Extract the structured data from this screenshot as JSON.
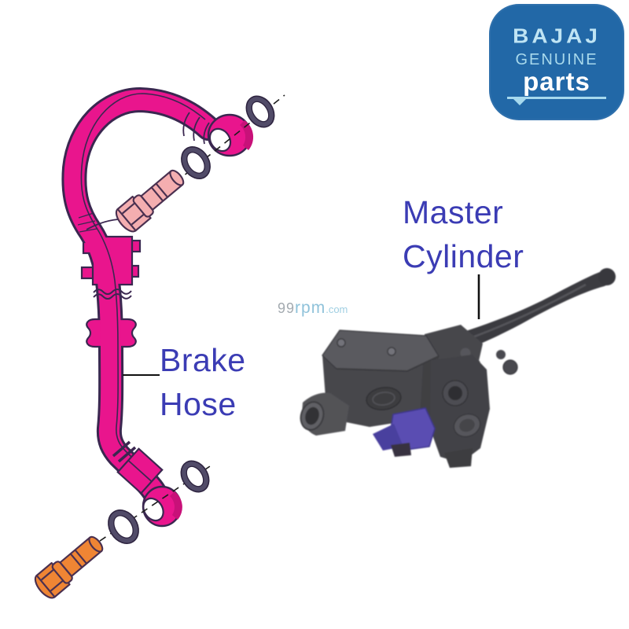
{
  "page": {
    "background": "#ffffff",
    "description_domain": "motorcycle spare-parts diagram"
  },
  "logo": {
    "brand": "BAJAJ",
    "genuine": "GENUINE",
    "parts": "parts",
    "bg_color": "#2268a7",
    "brand_color": "#bfe4f4",
    "genuine_color": "#a8d9ec",
    "parts_color": "#ffffff"
  },
  "annotations": {
    "master_cylinder": {
      "line1": "Master",
      "line2": "Cylinder",
      "color": "#3b3cb4"
    },
    "brake_hose": {
      "line1": "Brake",
      "line2": "Hose",
      "color": "#3b3cb4"
    }
  },
  "watermark": {
    "prefix": "99",
    "brand": "rpm",
    "tld": ".com"
  },
  "parts": {
    "brake_hose": {
      "color": "#e9158d",
      "outline": "#3a2750"
    },
    "banjo_bolt_top": {
      "color": "#f4aeb0"
    },
    "banjo_bolt_bottom": {
      "color": "#ef8534"
    },
    "sealing_washer": {
      "ring_color": "#514b68",
      "count": 4
    },
    "master_cylinder_assembly": {
      "body_color": "#47474b",
      "lever_color": "#3b3b3f",
      "switch_connector_color": "#5a4db2"
    }
  }
}
